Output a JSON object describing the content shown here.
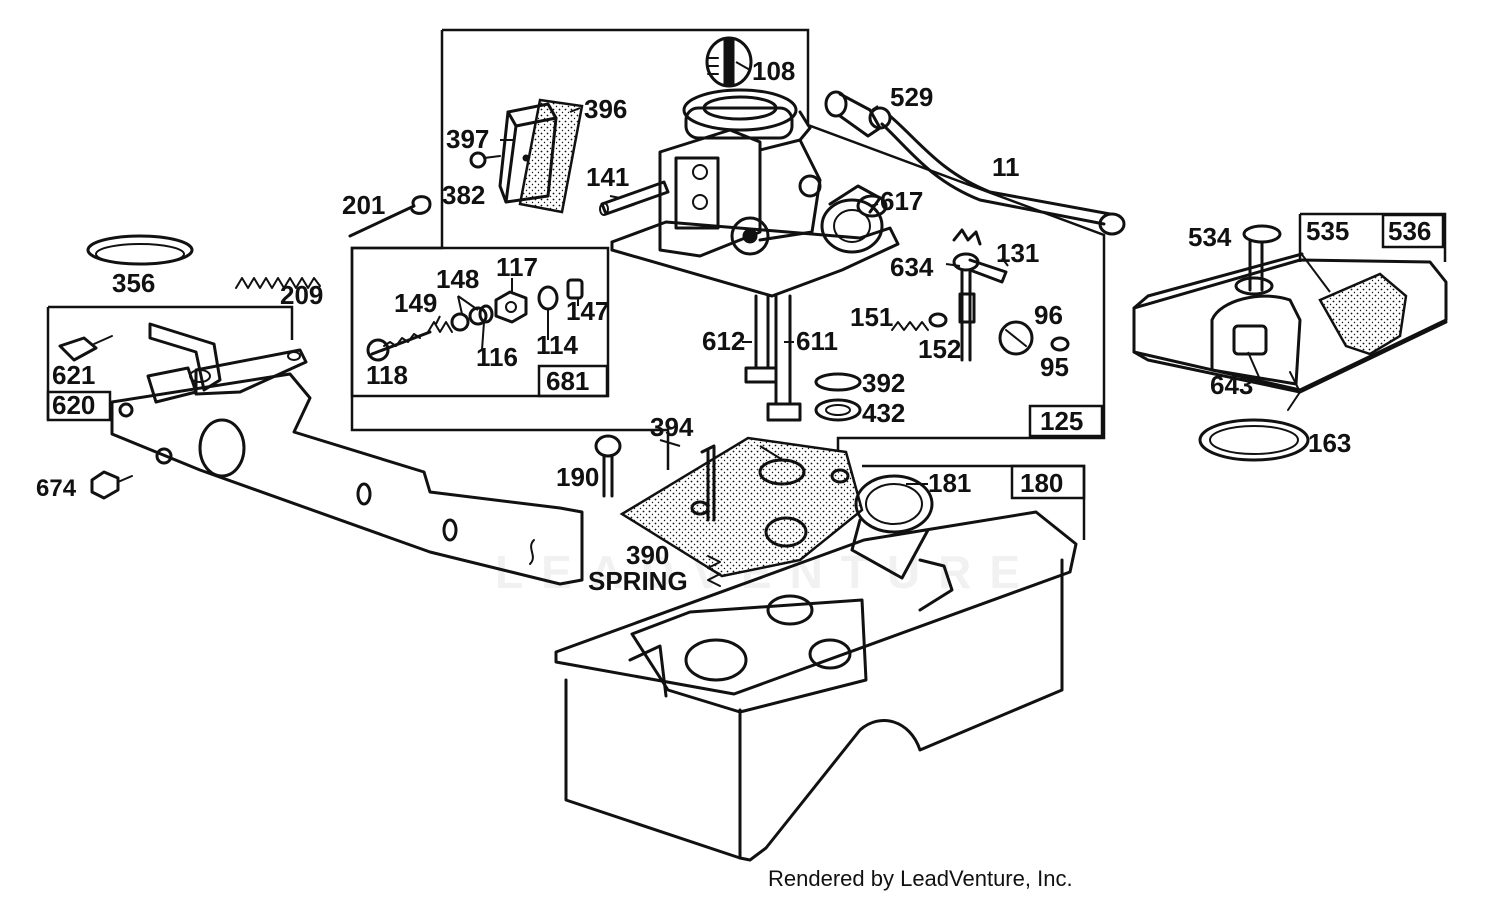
{
  "footer_text": "Rendered by LeadVenture, Inc.",
  "watermark_text": "LEADVENTURE",
  "callouts": {
    "p11": "11",
    "p95": "95",
    "p96": "96",
    "p108": "108",
    "p114": "114",
    "p116": "116",
    "p117": "117",
    "p118": "118",
    "p125": "125",
    "p131": "131",
    "p141": "141",
    "p147": "147",
    "p148": "148",
    "p149": "149",
    "p151": "151",
    "p152": "152",
    "p163": "163",
    "p180": "180",
    "p181": "181",
    "p190": "190",
    "p201": "201",
    "p209": "209",
    "p356": "356",
    "p382": "382",
    "p390": "390",
    "spring": "SPRING",
    "p392": "392",
    "p394": "394",
    "p396": "396",
    "p397": "397",
    "p432": "432",
    "p529": "529",
    "p534": "534",
    "p535": "535",
    "p536": "536",
    "p611": "611",
    "p612": "612",
    "p617": "617",
    "p620": "620",
    "p621": "621",
    "p634": "634",
    "p643": "643",
    "p674": "674",
    "p681": "681"
  }
}
